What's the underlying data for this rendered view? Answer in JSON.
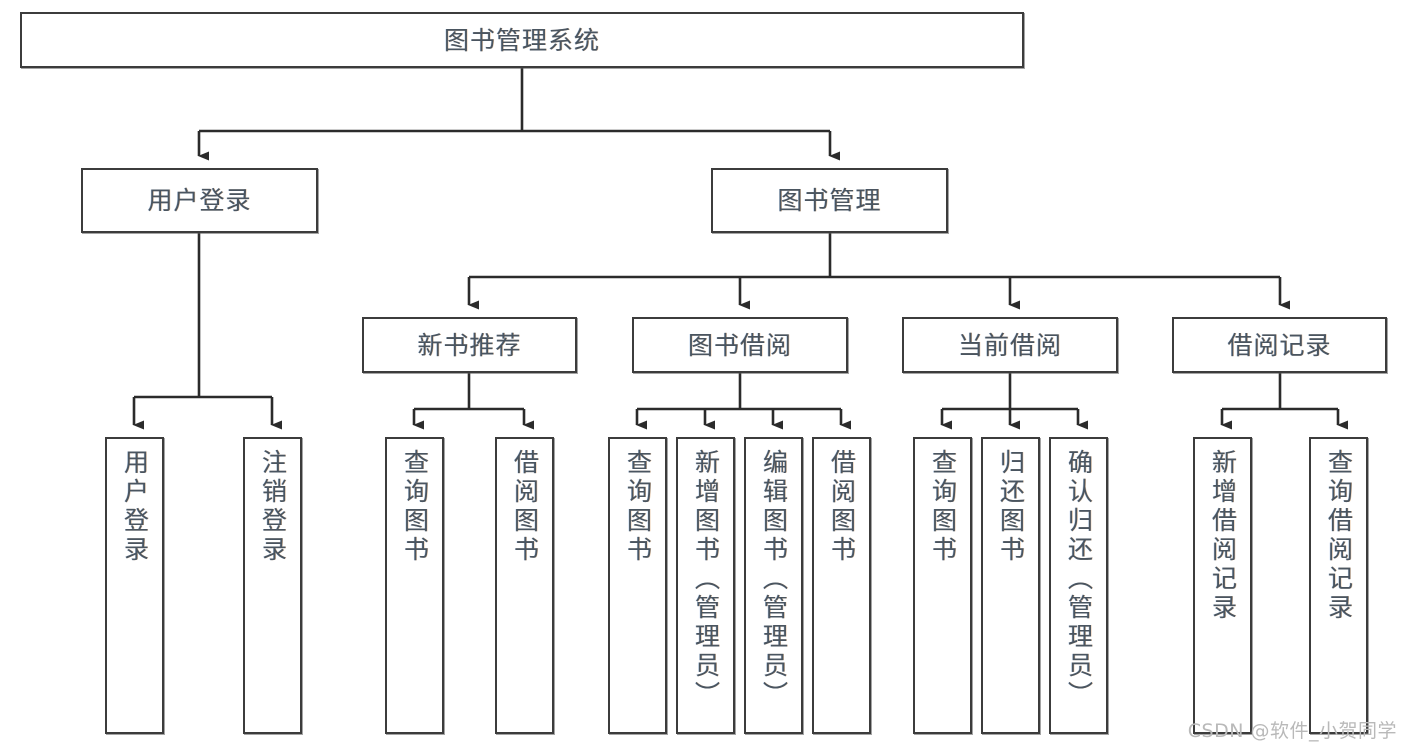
{
  "diagram": {
    "title": "图书管理系统",
    "type": "tree-hierarchy-functional-structure",
    "root": {
      "label": "图书管理系统"
    },
    "level2": [
      {
        "label": "用户登录"
      },
      {
        "label": "图书管理"
      }
    ],
    "level3": [
      {
        "label": "新书推荐"
      },
      {
        "label": "图书借阅"
      },
      {
        "label": "当前借阅"
      },
      {
        "label": "借阅记录"
      }
    ],
    "leaves": {
      "user_login": [
        {
          "label": "用户登录"
        },
        {
          "label": "注销登录"
        }
      ],
      "new_book_recommend": [
        {
          "label": "查询图书"
        },
        {
          "label": "借阅图书"
        }
      ],
      "book_borrow": [
        {
          "label": "查询图书"
        },
        {
          "label": "新增图书（管理员）"
        },
        {
          "label": "编辑图书（管理员）"
        },
        {
          "label": "借阅图书"
        }
      ],
      "current_borrow": [
        {
          "label": "查询图书"
        },
        {
          "label": "归还图书"
        },
        {
          "label": "确认归还（管理员）"
        }
      ],
      "borrow_record": [
        {
          "label": "新增借阅记录"
        },
        {
          "label": "查询借阅记录"
        }
      ]
    }
  },
  "watermark": {
    "text": "CSDN @软件_小贺同学"
  },
  "colors": {
    "background": "#ffffff",
    "box_border": "#3c3c3c",
    "text": "#4a5560",
    "connector": "#2b2b2b",
    "watermark": "#b9b9b9"
  }
}
